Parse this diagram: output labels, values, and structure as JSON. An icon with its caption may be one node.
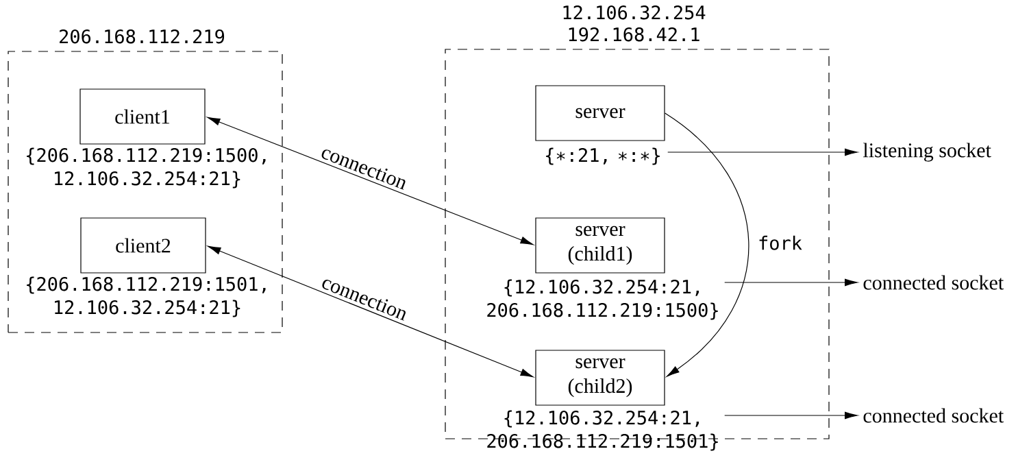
{
  "diagram": {
    "nodes": [
      {
        "text": [
          "206.168.112.219"
        ]
      },
      {
        "text": [
          "client1"
        ],
        "in": 0
      },
      {
        "text": [
          "{206.168.112.219:1500, 12.106.32.254:21}"
        ],
        "in": 0
      },
      {
        "text": [
          "client2"
        ],
        "in": 0
      },
      {
        "text": [
          "{206.168.112.219:1501, 12.106.32.254:21}"
        ],
        "in": 0
      },
      {
        "text": [
          "12.106.32.254",
          "192.168.42.1"
        ]
      },
      {
        "text": [
          "server"
        ],
        "in": 5
      },
      {
        "text": [
          "{∗:21, ∗:∗}"
        ],
        "in": 5
      },
      {
        "text": [
          "server (child1)"
        ],
        "in": 5
      },
      {
        "text": [
          "{12.106.32.254:21, 206.168.112.219:1500}"
        ],
        "in": 5
      },
      {
        "text": [
          "server (child2)"
        ],
        "in": 5
      },
      {
        "text": [
          "{12.106.32.254:21, 206.168.112.219:1501}"
        ],
        "in": 5
      },
      {
        "text": [
          "listening socket"
        ]
      },
      {
        "text": [
          "connected socket"
        ]
      },
      {
        "text": [
          "connected socket"
        ]
      }
    ],
    "edges": [
      {
        "from": 1,
        "to": 8,
        "arrow": "both",
        "label": "connection"
      },
      {
        "from": 3,
        "to": 10,
        "arrow": "both",
        "label": "connection"
      },
      {
        "from": 6,
        "to": 10,
        "arrow": "to",
        "label": "fork"
      },
      {
        "from": 7,
        "to": 12,
        "arrow": "to"
      },
      {
        "from": 9,
        "to": 13,
        "arrow": "to"
      },
      {
        "from": 11,
        "to": 14,
        "arrow": "to"
      }
    ]
  }
}
